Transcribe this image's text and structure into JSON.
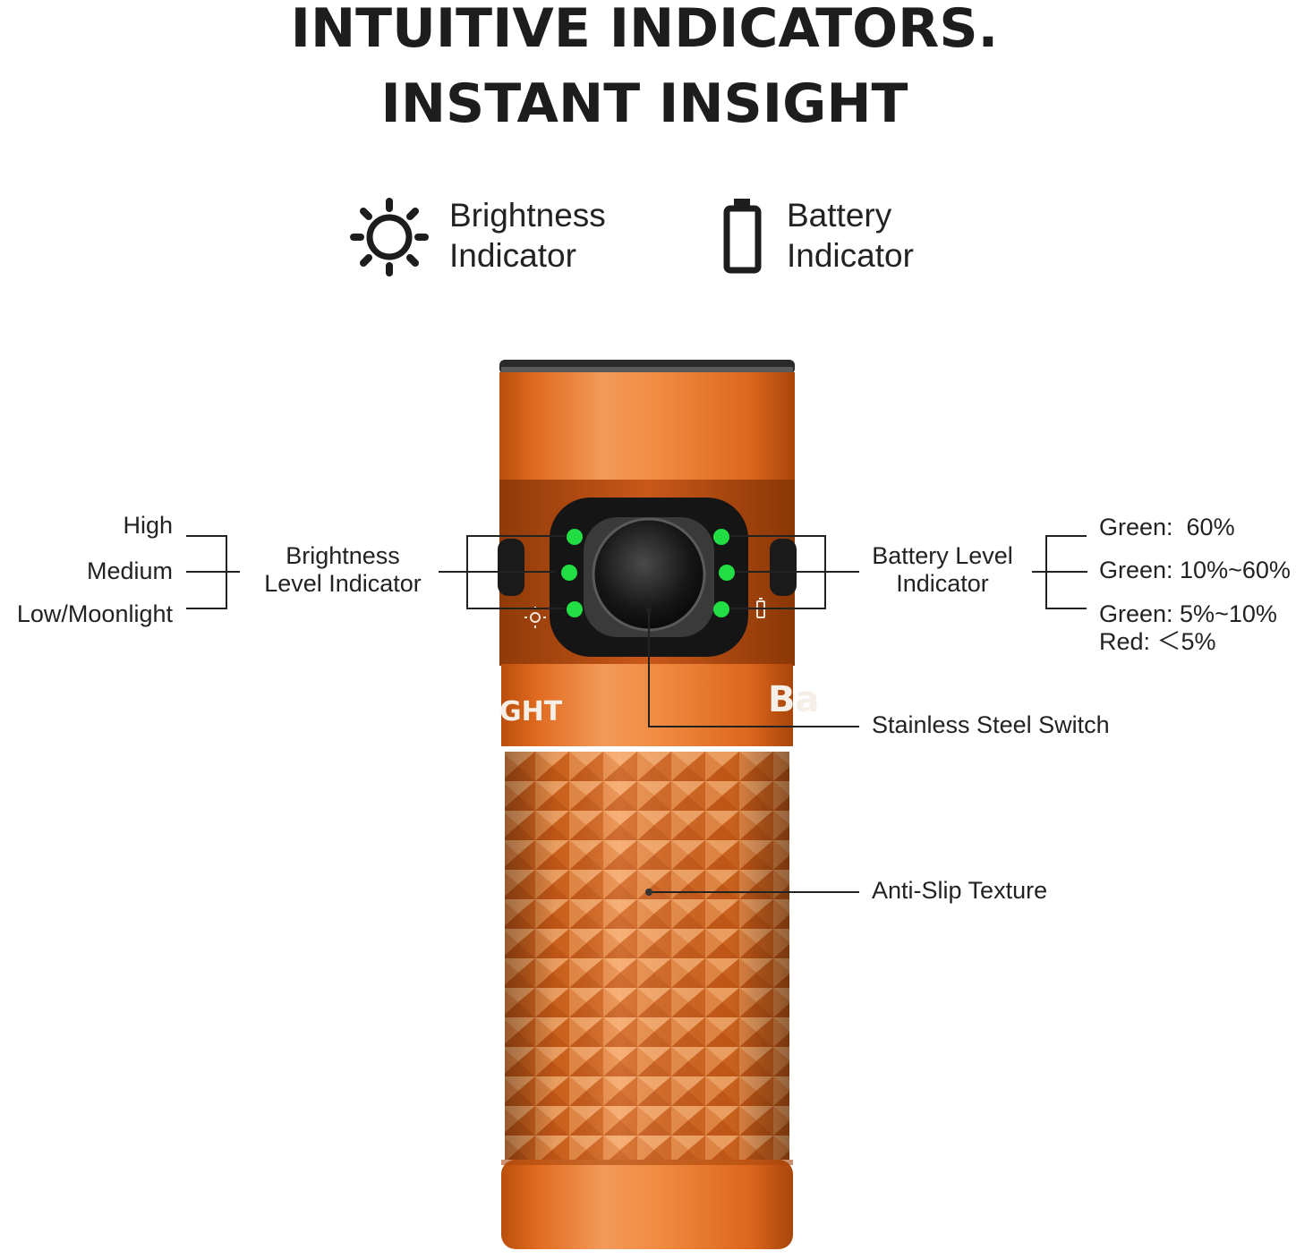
{
  "heading": {
    "line1": "INTUITIVE INDICATORS.",
    "line2": "INSTANT INSIGHT"
  },
  "legend": {
    "brightness": {
      "icon": "sun-icon",
      "line1": "Brightness",
      "line2": "Indicator"
    },
    "battery": {
      "icon": "battery-icon",
      "line1": "Battery",
      "line2": "Indicator"
    }
  },
  "brightness_levels": {
    "high": "High",
    "medium": "Medium",
    "low": "Low/Moonlight"
  },
  "brightness_callout": {
    "line1": "Brightness",
    "line2": "Level Indicator"
  },
  "battery_callout": {
    "line1": "Battery Level",
    "line2": "Indicator"
  },
  "battery_levels": {
    "top": "Green:  60%",
    "middle": "Green: 10%~60%",
    "bottom_line1": "Green: 5%~10%",
    "bottom_line2": "Red: ＜5%"
  },
  "switch_label": "Stainless Steel Switch",
  "texture_label": "Anti-Slip Texture",
  "body_text": {
    "left": "GHT",
    "right": "Ba"
  },
  "colors": {
    "body_orange": "#e7762a",
    "led_green": "#22dd44",
    "text": "#222222"
  }
}
